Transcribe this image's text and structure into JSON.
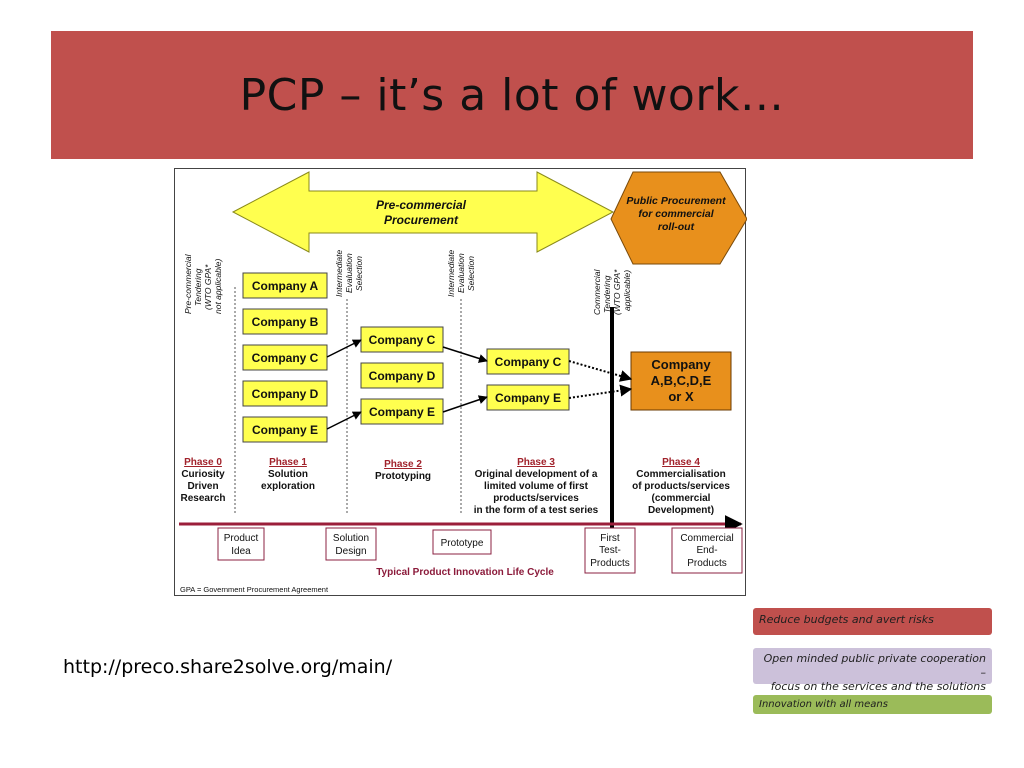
{
  "slide": {
    "title": "PCP – it’s a lot of work…",
    "url": "http://preco.share2solve.org/main/"
  },
  "diagram": {
    "pcp_arrow": [
      "Pre-commercial",
      "Procurement"
    ],
    "pp_arrow": [
      "Public Procurement",
      "for commercial",
      "roll-out"
    ],
    "vertical_labels": {
      "pre_tendering": [
        "Pre-commercial",
        "Tendering",
        "(WTO GPA*",
        "not applicable)"
      ],
      "eval1": [
        "Intermediate",
        "Evaluation",
        "Selection"
      ],
      "eval2": [
        "Intermediate",
        "Evaluation",
        "Selection"
      ],
      "commercial_tendering": [
        "Commercial",
        "Tendering",
        "(WTO GPA*",
        "applicable)"
      ]
    },
    "phase1_companies": [
      "Company A",
      "Company B",
      "Company C",
      "Company D",
      "Company E"
    ],
    "phase2_companies": [
      "Company C",
      "Company D",
      "Company E"
    ],
    "phase3_companies": [
      "Company C",
      "Company E"
    ],
    "final_company": [
      "Company",
      "A,B,C,D,E",
      "or X"
    ],
    "phases": [
      {
        "title": "Phase 0",
        "lines": [
          "Curiosity",
          "Driven",
          "Research"
        ]
      },
      {
        "title": "Phase 1",
        "lines": [
          "Solution",
          "exploration"
        ]
      },
      {
        "title": "Phase 2",
        "lines": [
          "Prototyping"
        ]
      },
      {
        "title": "Phase 3",
        "lines": [
          "Original development of a",
          "limited volume of first",
          "products/services",
          "in the form of a test series"
        ]
      },
      {
        "title": "Phase 4",
        "lines": [
          "Commercialisation",
          "of products/services",
          "(commercial",
          "Development)"
        ]
      }
    ],
    "lifecycle_boxes": [
      [
        "Product",
        "Idea"
      ],
      [
        "Solution",
        "Design"
      ],
      [
        "Prototype"
      ],
      [
        "First",
        "Test-",
        "Products"
      ],
      [
        "Commercial",
        "End-",
        "Products"
      ]
    ],
    "lifecycle_label": "Typical Product Innovation Life Cycle",
    "footnote": "GPA = Government Procurement Agreement",
    "colors": {
      "yellow": "#ffff4f",
      "orange": "#e8901c",
      "phase_title": "#a1222b"
    }
  },
  "legend": {
    "item1": "Reduce budgets and avert risks",
    "item2_line1": "Open minded public private cooperation –",
    "item2_line2": "focus on the services and the solutions",
    "item3": "Innovation with all means"
  }
}
